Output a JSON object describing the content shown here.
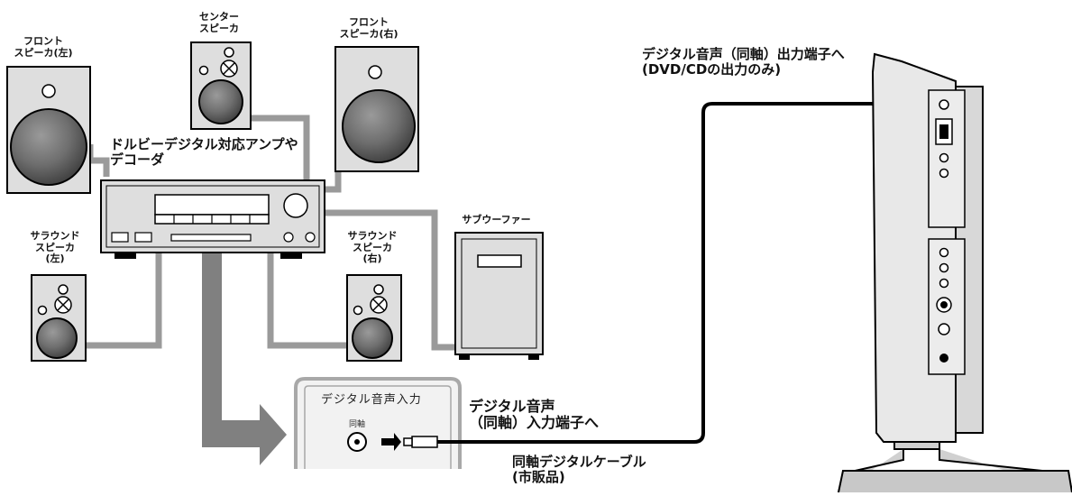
{
  "speakers": {
    "front_left": "フロント\nスピーカ(左)",
    "center": "センター\nスピーカ",
    "front_right": "フロント\nスピーカ(右)",
    "surround_left": "サラウンド\nスピーカ\n(左)",
    "surround_right": "サラウンド\nスピーカ\n(右)",
    "subwoofer": "サブウーファー"
  },
  "amplifier_label": "ドルビーデジタル対応アンプや\nデコーダ",
  "input_panel": {
    "title": "デジタル音声入力",
    "jack_label": "同軸"
  },
  "input_terminal_label": "デジタル音声\n（同軸）入力端子へ",
  "output_terminal_label": "デジタル音声（同軸）出力端子へ\n(DVD/CDの出力のみ)",
  "cable_label": "同軸デジタルケーブル\n(市販品)",
  "colors": {
    "line": "#000000",
    "cable_gray": "#9a9a9a",
    "arrow_gray": "#808080",
    "panel_fill": "#f2f2f2",
    "panel_border": "#a8a8a8"
  }
}
